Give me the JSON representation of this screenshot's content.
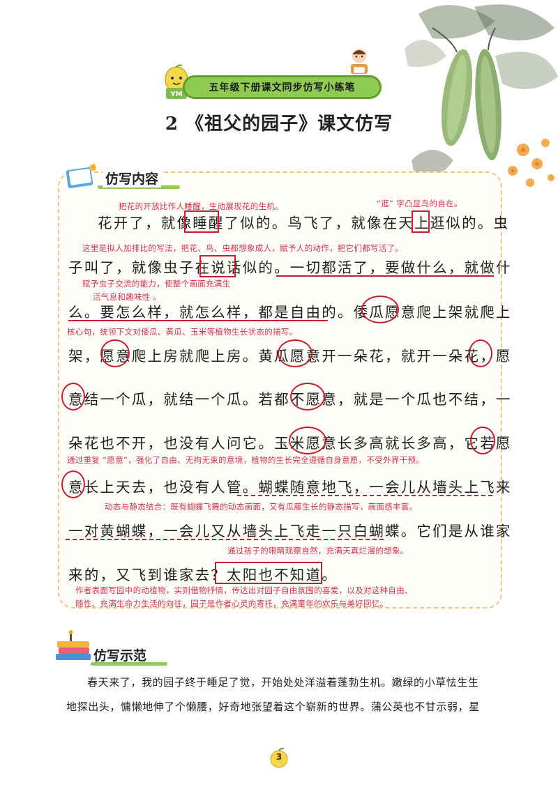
{
  "header": {
    "banner_text": "五年级下册课文同步仿写小练笔",
    "title": "2 《祖父的园子》课文仿写",
    "mascot_letters": "YM"
  },
  "section1": {
    "label": "仿写内容",
    "lines": [
      "花开了，就像睡醒了似的。鸟飞了，就像在天上逛似的。虫",
      "子叫了，就像虫子在说话似的。一切都活了，要做什么，就做什",
      "么。要怎么样，就怎么样，都是自由的。倭瓜愿意爬上架就爬上",
      "架，愿意爬上房就爬上房。黄瓜愿意开一朵花，就开一朵花，愿",
      "意结一个瓜，就结一个瓜。若都不愿意，就是一个瓜也不结，一",
      "朵花也不开，也没有人问它。玉米愿意长多高就长多高，它若愿",
      "意长上天去，也没有人管。蝴蝶随意地飞，一会儿从墙头上飞来",
      "一对黄蝴蝶，一会儿又从墙头上飞走一只白蝴蝶。它们是从谁家",
      "来的，又飞到谁家去？太阳也不知道。"
    ],
    "notes": {
      "n1": "把花的开放比作人睡醒，生动展现花的生机。",
      "n2": "“逛” 字凸显鸟的自在。",
      "n3": "这里是拟人加排比的写法，把花、鸟、虫都想象成人，赋予人的动作，把它们都写活了。",
      "n4a": "赋予虫子交流的能力，使整个画面充满生",
      "n4b": "活气息和趣味性 。",
      "n5": "核心句，统领下文对倭瓜、黄瓜、玉米等植物生长状态的描写。",
      "n6": "通过重复 “愿意”，强化了自由、无拘无束的意境，植物的生长完全遵循自身意愿，不受外界干预。",
      "n7": "动态与静态结合：既有蝴蝶飞舞的动态画面，又有瓜藤生长的静态描写，画面感丰富。",
      "n8": "通过孩子的眼睛观察自然，充满天真烂漫的想象。",
      "n9a": "作者表面写园中的动植物，实则借物抒情，传达出对园子自由氛围的喜爱，以及对这种自由、",
      "n9b": "随性、充满生命力生活的向往，园子是作者心灵的寄托，充满童年的欢乐与美好回忆。"
    }
  },
  "section2": {
    "label": "仿写示范",
    "lines": [
      "春天来了，我的园子终于睡足了觉，开始处处洋溢着蓬勃生机。嫩绿的小草怯生生",
      "地探出头，慵懒地伸了个懒腰，好奇地张望着这个崭新的世界。蒲公英也不甘示弱，星"
    ]
  },
  "footer": {
    "page_number": "3"
  },
  "colors": {
    "accent_green": "#8fcb52",
    "annotation_red": "#c81e2f",
    "note_red": "#d9324a",
    "border_gold": "#ecc879"
  }
}
